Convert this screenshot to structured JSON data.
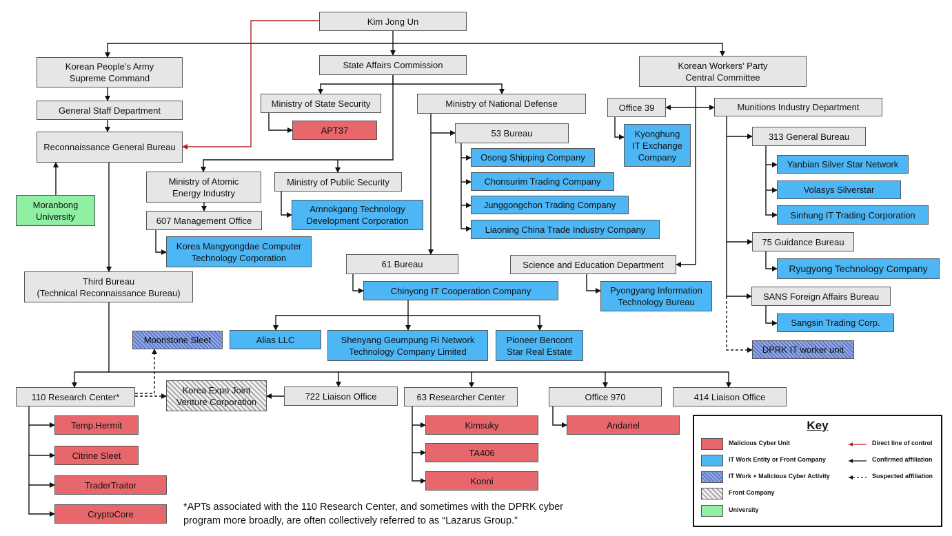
{
  "nodes": {
    "kju": {
      "label": "Kim Jong Un",
      "kind": "gray"
    },
    "kpa": {
      "label": "Korean People’s Army\nSupreme Command",
      "kind": "gray"
    },
    "sac": {
      "label": "State Affairs Commission",
      "kind": "gray"
    },
    "kwp": {
      "label": "Korean Workers’ Party\nCentral Committee",
      "kind": "gray"
    },
    "gsd": {
      "label": "General Staff Department",
      "kind": "gray"
    },
    "rgb": {
      "label": "Reconnaissance General Bureau",
      "kind": "gray"
    },
    "mss": {
      "label": "Ministry of State Security",
      "kind": "gray"
    },
    "apt37": {
      "label": "APT37",
      "kind": "red"
    },
    "mnd": {
      "label": "Ministry of National Defense",
      "kind": "gray"
    },
    "office39": {
      "label": "Office 39",
      "kind": "gray"
    },
    "mid": {
      "label": "Munitions Industry Department",
      "kind": "gray"
    },
    "kyonghung": {
      "label": "Kyonghung\nIT Exchange\nCompany",
      "kind": "blue"
    },
    "b53": {
      "label": "53 Bureau",
      "kind": "gray"
    },
    "osong": {
      "label": "Osong Shipping Company",
      "kind": "blue"
    },
    "chonsurim": {
      "label": "Chonsurim Trading Company",
      "kind": "blue"
    },
    "junggongchon": {
      "label": "Junggongchon Trading Company",
      "kind": "blue"
    },
    "liaoning": {
      "label": "Liaoning China Trade Industry Company",
      "kind": "blue"
    },
    "gb313": {
      "label": "313 General Bureau",
      "kind": "gray"
    },
    "yanbian": {
      "label": "Yanbian Silver Star Network",
      "kind": "blue"
    },
    "volasys": {
      "label": "Volasys Silverstar",
      "kind": "blue"
    },
    "sinhung": {
      "label": "Sinhung IT Trading Corporation",
      "kind": "blue"
    },
    "moranbong": {
      "label": "Moranbong\nUniversity",
      "kind": "green"
    },
    "maei": {
      "label": "Ministry of Atomic\nEnergy Industry",
      "kind": "gray"
    },
    "mps": {
      "label": "Ministry of Public Security",
      "kind": "gray"
    },
    "amnokgang": {
      "label": "Amnokgang Technology\nDevelopment Corporation",
      "kind": "blue"
    },
    "mo607": {
      "label": "607 Management Office",
      "kind": "gray"
    },
    "mangyongdae": {
      "label": "Korea Mangyongdae Computer\nTechnology Corporation",
      "kind": "blue"
    },
    "gb75": {
      "label": "75 Guidance Bureau",
      "kind": "gray"
    },
    "ryugyong": {
      "label": "Ryugyong Technology Company",
      "kind": "blue"
    },
    "b61": {
      "label": "61 Bureau",
      "kind": "gray"
    },
    "sed": {
      "label": "Science and Education Department",
      "kind": "gray"
    },
    "third": {
      "label": "Third Bureau\n(Technical Reconnaissance Bureau)",
      "kind": "gray"
    },
    "chinyong": {
      "label": "Chinyong IT Cooperation Company",
      "kind": "blue"
    },
    "pyongyang_itb": {
      "label": "Pyongyang Information\nTechnology Bureau",
      "kind": "blue"
    },
    "sans": {
      "label": "SANS Foreign Affairs Bureau",
      "kind": "gray"
    },
    "sangsin": {
      "label": "Sangsin Trading Corp.",
      "kind": "blue"
    },
    "moonstone": {
      "label": "Moonstone Sleet",
      "kind": "hatch"
    },
    "alias": {
      "label": "Alias LLC",
      "kind": "blue"
    },
    "shenyang": {
      "label": "Shenyang Geumpung Ri Network\nTechnology Company Limited",
      "kind": "blue"
    },
    "pioneer": {
      "label": "Pioneer Bencont\nStar Real Estate",
      "kind": "blue"
    },
    "itworker": {
      "label": "DPRK IT worker unit",
      "kind": "hatch"
    },
    "rc110": {
      "label": "110 Research Center*",
      "kind": "gray"
    },
    "kejv": {
      "label": "Korea Expo Joint\nVenture Corporation",
      "kind": "front"
    },
    "lo722": {
      "label": "722 Liaison Office",
      "kind": "gray"
    },
    "rc63": {
      "label": "63 Researcher Center",
      "kind": "gray"
    },
    "o970": {
      "label": "Office 970",
      "kind": "gray"
    },
    "lo414": {
      "label": "414 Liaison Office",
      "kind": "gray"
    },
    "temphermit": {
      "label": "Temp.Hermit",
      "kind": "red"
    },
    "citrine": {
      "label": "Citrine Sleet",
      "kind": "red"
    },
    "tradertraitor": {
      "label": "TraderTraitor",
      "kind": "red"
    },
    "cryptocore": {
      "label": "CryptoCore",
      "kind": "red"
    },
    "kimsuky": {
      "label": "Kimsuky",
      "kind": "red"
    },
    "ta406": {
      "label": "TA406",
      "kind": "red"
    },
    "konni": {
      "label": "Konni",
      "kind": "red"
    },
    "andariel": {
      "label": "Andariel",
      "kind": "red"
    }
  },
  "footnote": "*APTs associated with the 110 Research Center, and sometimes with the DPRK cyber program more broadly, are often collectively referred to as “Lazarus Group.”",
  "key": {
    "title": "Key",
    "entries": [
      {
        "label": "Malicious Cyber Unit",
        "kind": "red"
      },
      {
        "label": "IT Work Entity or Front Company",
        "kind": "blue"
      },
      {
        "label": "IT Work + Malicious Cyber Activity",
        "kind": "hatch"
      },
      {
        "label": "Front Company",
        "kind": "front"
      },
      {
        "label": "University",
        "kind": "green"
      }
    ],
    "lines": [
      {
        "label": "Direct line of control",
        "style": "control"
      },
      {
        "label": "Confirmed affiliation",
        "style": "confirmed"
      },
      {
        "label": "Suspected affiliation",
        "style": "suspected"
      }
    ]
  },
  "colors": {
    "gray": "#e6e6e6",
    "blue": "#4db6f5",
    "red": "#e8676d",
    "green": "#8ff0a4",
    "control": "#b22222",
    "line": "#111111"
  }
}
